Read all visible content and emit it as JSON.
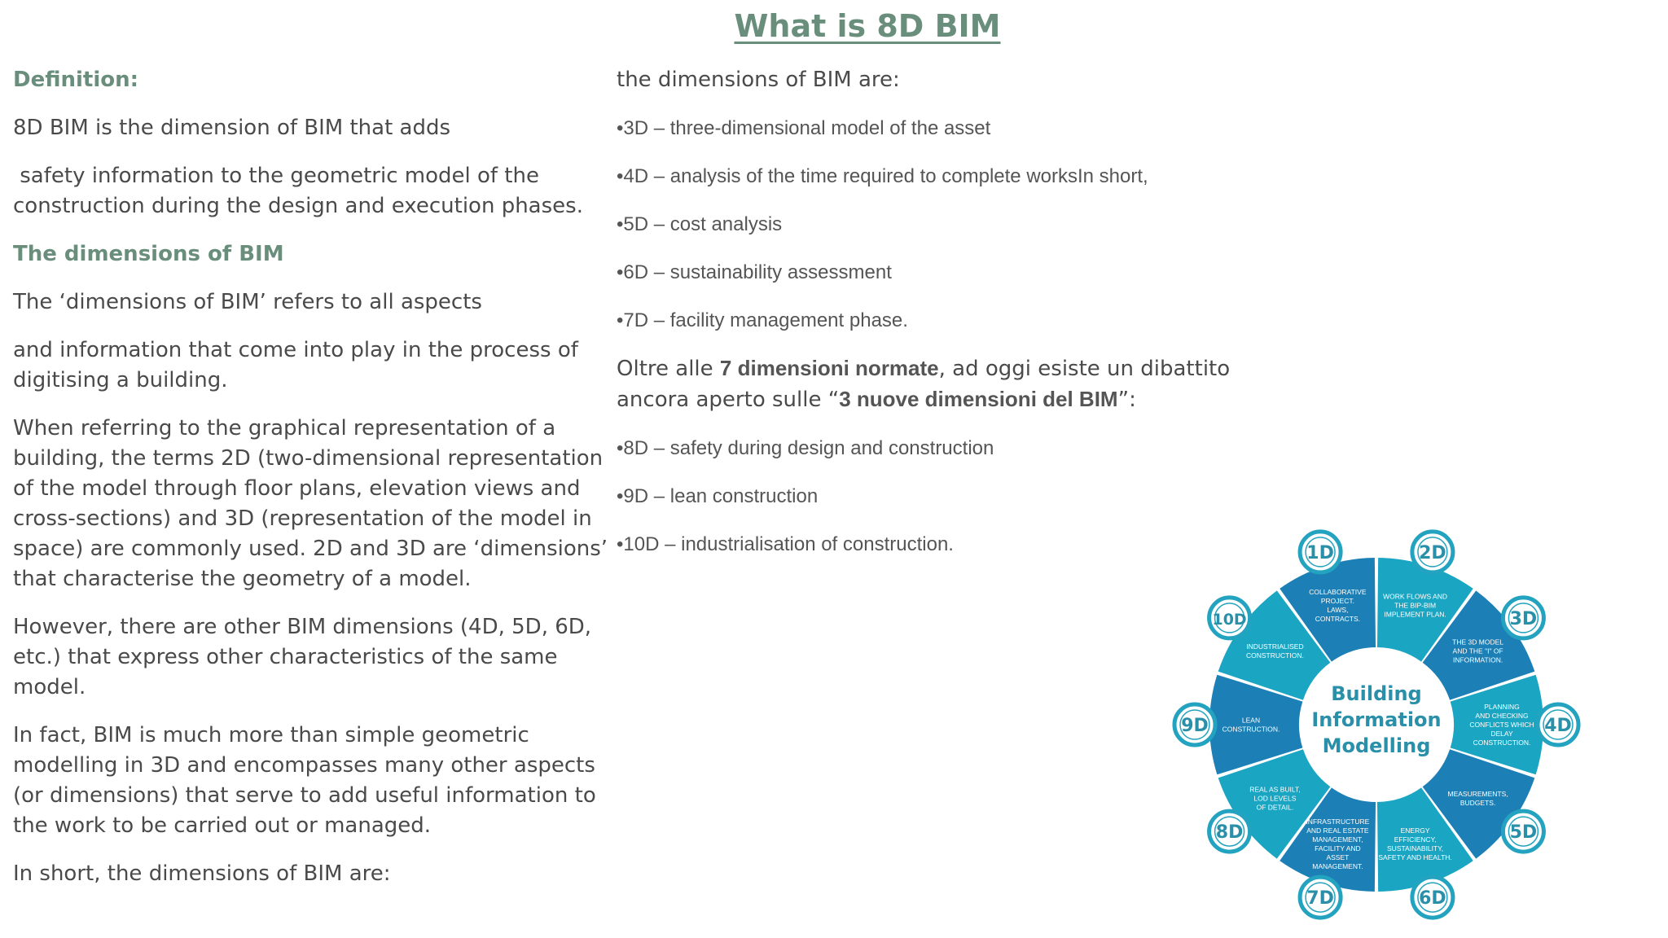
{
  "title": "What is 8D BIM",
  "left": {
    "definition_heading": "Definition:",
    "def_p1": "8D BIM is the dimension of BIM that adds",
    "def_p2": " safety information to the geometric model of the construction during the design and execution phases.",
    "dimensions_heading": "The dimensions of BIM",
    "dim_p1": "The ‘dimensions of BIM’ refers to all aspects",
    "dim_p2": "and information that come into play in the process of digitising a building.",
    "dim_p3": "When referring to the graphical representation of a building, the terms 2D (two-dimensional representation of the model through floor plans, elevation views and cross-sections) and 3D (representation of the model in space) are commonly used. 2D and 3D are ‘dimensions’ that characterise the geometry of a model.",
    "dim_p4": "However, there are other BIM dimensions (4D, 5D, 6D, etc.) that express other characteristics of the same model.",
    "dim_p5": "In fact, BIM is much more than simple geometric modelling in 3D and encompasses many other aspects (or dimensions) that serve to add useful information to the work to be carried out or managed.",
    "dim_p6": "In short, the dimensions of BIM are:"
  },
  "middle": {
    "intro": "the dimensions of BIM are:",
    "list1": [
      "•3D – three-dimensional model of the asset",
      "•4D – analysis of the time required to complete worksIn short,",
      "•5D – cost analysis",
      "•6D – sustainability assessment",
      "•7D – facility management phase."
    ],
    "oltre_a": "Oltre alle ",
    "oltre_b": "7 dimensioni normate",
    "oltre_c": ", ad oggi esiste un dibattito ancora aperto sulle “",
    "oltre_d": "3 nuove dimensioni del BIM",
    "oltre_e": "”:",
    "list2": [
      "•8D – safety during design and construction",
      "•9D – lean construction",
      "•10D – industrialisation of construction."
    ]
  },
  "wheel": {
    "center": [
      "Building",
      "Information",
      "Modelling"
    ],
    "colors": {
      "dark": "#1c7fb6",
      "light": "#1aa6c3",
      "text": "#2a8fa8",
      "badge_ring": "#23a3bf"
    },
    "segments": [
      {
        "badge": "1D",
        "lines": [
          "COLLABORATIVE",
          "PROJECT.",
          "LAWS,",
          "CONTRACTS."
        ]
      },
      {
        "badge": "2D",
        "lines": [
          "WORK FLOWS AND",
          "THE BIP-BIM",
          "IMPLEMENT PLAN."
        ]
      },
      {
        "badge": "3D",
        "lines": [
          "THE 3D MODEL",
          "AND THE \"I\" OF",
          "INFORMATION."
        ]
      },
      {
        "badge": "4D",
        "lines": [
          "PLANNING",
          "AND CHECKING",
          "CONFLICTS WHICH",
          "DELAY",
          "CONSTRUCTION."
        ]
      },
      {
        "badge": "5D",
        "lines": [
          "MEASUREMENTS,",
          "BUDGETS."
        ]
      },
      {
        "badge": "6D",
        "lines": [
          "ENERGY",
          "EFFICIENCY,",
          "SUSTAINABILITY,",
          "SAFETY AND HEALTH."
        ]
      },
      {
        "badge": "7D",
        "lines": [
          "INFRASTRUCTURE",
          "AND REAL ESTATE",
          "MANAGEMENT,",
          "FACILITY AND",
          "ASSET",
          "MANAGEMENT."
        ]
      },
      {
        "badge": "8D",
        "lines": [
          "REAL AS BUILT,",
          "LOD LEVELS",
          "OF DETAIL."
        ]
      },
      {
        "badge": "9D",
        "lines": [
          "LEAN",
          "CONSTRUCTION."
        ]
      },
      {
        "badge": "10D",
        "lines": [
          "INDUSTRIALISED",
          "CONSTRUCTION."
        ]
      }
    ]
  }
}
